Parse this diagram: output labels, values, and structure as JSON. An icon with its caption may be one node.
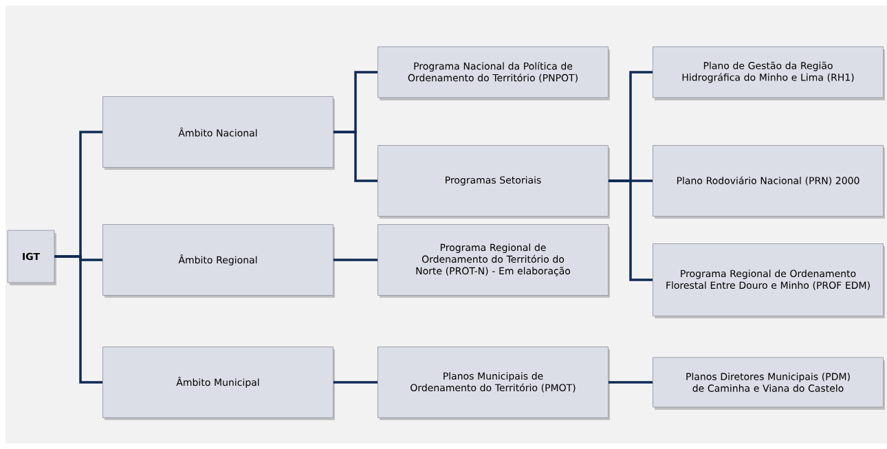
{
  "diagram": {
    "nodes": [
      {
        "text": [
          "IGT"
        ]
      },
      {
        "text": [
          "Âmbito Nacional"
        ]
      },
      {
        "text": [
          "Âmbito Regional"
        ]
      },
      {
        "text": [
          "Âmbito Municipal"
        ]
      },
      {
        "text": [
          "Programa Nacional da Política de Ordenamento do Território (PNPOT)"
        ]
      },
      {
        "text": [
          "Programas Setoriais"
        ]
      },
      {
        "text": [
          "Programa Regional de Ordenamento do Território do Norte (PROT-N) - Em elaboração"
        ]
      },
      {
        "text": [
          "Planos Municipais de Ordenamento do Território (PMOT)"
        ]
      },
      {
        "text": [
          "Plano de Gestão da Região Hidrográfica do Minho e Lima (RH1)"
        ]
      },
      {
        "text": [
          "Plano Rodoviário Nacional (PRN) 2000"
        ]
      },
      {
        "text": [
          "Programa Regional de Ordenamento Florestal Entre Douro e Minho (PROF EDM)"
        ]
      },
      {
        "text": [
          "Planos Diretores Municipais (PDM) de Caminha e Viana do Castelo"
        ]
      }
    ],
    "edges": [
      {
        "from": 0,
        "to": 1,
        "arrow": "none"
      },
      {
        "from": 0,
        "to": 2,
        "arrow": "none"
      },
      {
        "from": 0,
        "to": 3,
        "arrow": "none"
      },
      {
        "from": 1,
        "to": 4,
        "arrow": "none"
      },
      {
        "from": 1,
        "to": 5,
        "arrow": "none"
      },
      {
        "from": 2,
        "to": 6,
        "arrow": "none"
      },
      {
        "from": 3,
        "to": 7,
        "arrow": "none"
      },
      {
        "from": 5,
        "to": 8,
        "arrow": "none"
      },
      {
        "from": 5,
        "to": 9,
        "arrow": "none"
      },
      {
        "from": 5,
        "to": 10,
        "arrow": "none"
      },
      {
        "from": 7,
        "to": 11,
        "arrow": "none"
      }
    ]
  }
}
